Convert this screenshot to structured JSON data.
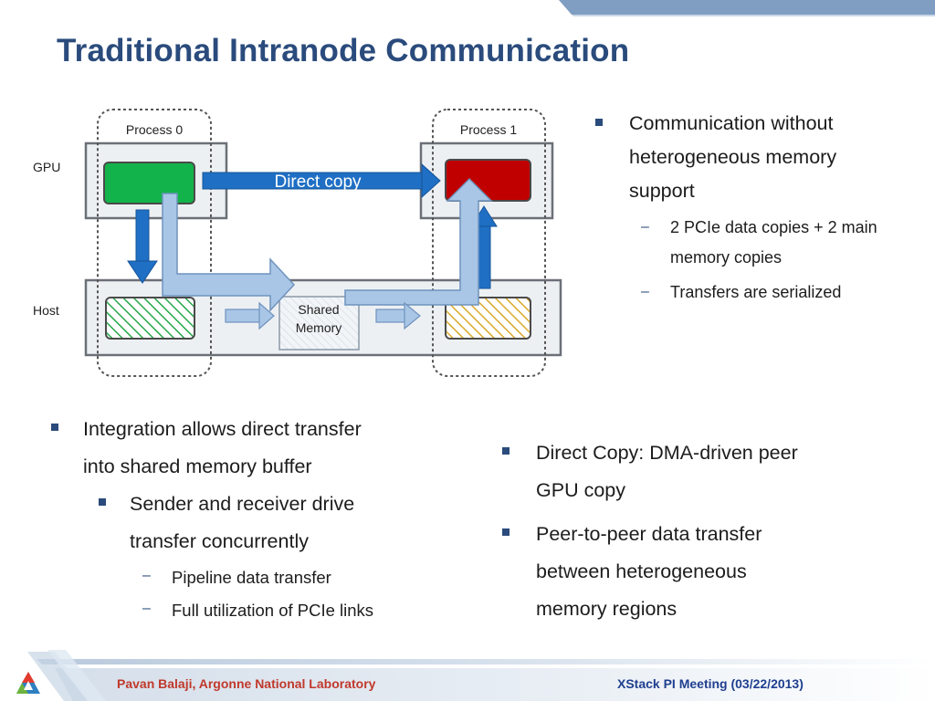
{
  "title": "Traditional Intranode Communication",
  "diagram": {
    "process0": "Process 0",
    "process1": "Process 1",
    "gpu": "GPU",
    "host": "Host",
    "direct_copy": "Direct copy",
    "shared_line1": "Shared",
    "shared_line2": "Memory"
  },
  "right_bullets": {
    "main_line1": "Communication without",
    "main_line2": "heterogeneous memory",
    "main_line3": "support",
    "sub1_line1": "2 PCIe data copies + 2 main",
    "sub1_line2": "memory copies",
    "sub2": "Transfers are serialized"
  },
  "left_bullets": {
    "main_line1": "Integration allows direct transfer",
    "main_line2": "into shared memory buffer",
    "sub_line1": "Sender and receiver drive",
    "sub_line2": "transfer concurrently",
    "subsub1": "Pipeline data transfer",
    "subsub2": "Full utilization of PCIe links"
  },
  "bottom_right_bullets": {
    "b1_line1": "Direct Copy: DMA-driven peer",
    "b1_line2": "GPU copy",
    "b2_line1": "Peer-to-peer data transfer",
    "b2_line2": "between heterogeneous",
    "b2_line3": "memory regions"
  },
  "footer": {
    "left": "Pavan Balaji, Argonne National Laboratory",
    "right": "XStack PI Meeting (03/22/2013)"
  },
  "colors": {
    "accent": "#2a4b7c",
    "gpu_green": "#12b34a",
    "gpu_red": "#c00000",
    "arrow_dark": "#1f6fc4",
    "arrow_light": "#a9c6e6",
    "footer_left": "#c0392b",
    "footer_right": "#1f3f8f"
  }
}
